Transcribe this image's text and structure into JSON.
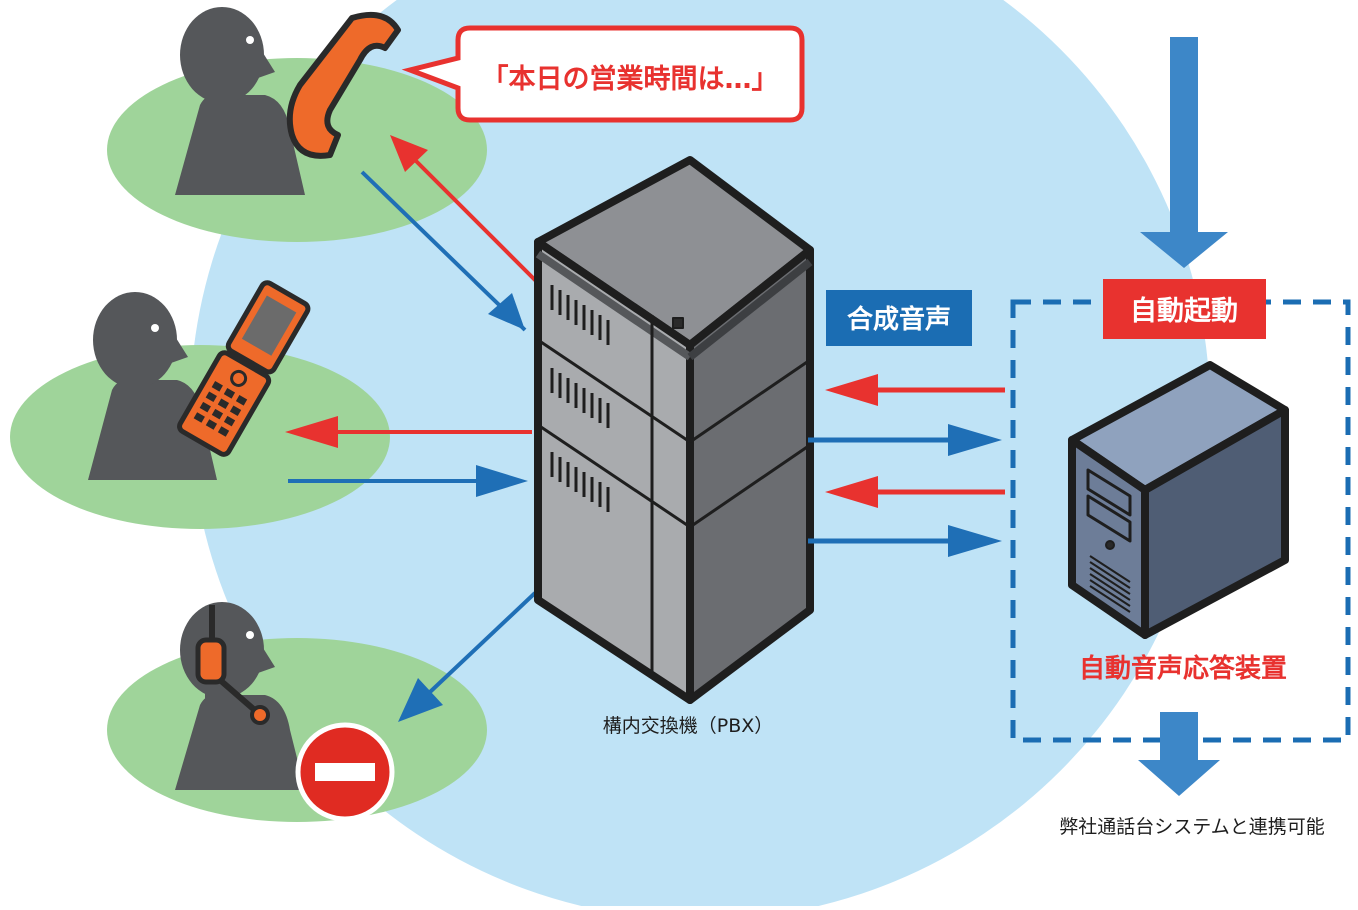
{
  "colors": {
    "background_circle": "#bfe3f6",
    "person_ellipse": "#9fd49a",
    "silhouette": "#55575a",
    "device_orange": "#ee6a2a",
    "arrow_red": "#e8322f",
    "arrow_blue": "#1f6fb6",
    "trigger_arrow_blue": "#3d87c8",
    "label_blue": "#1b6db3",
    "label_red": "#e8322f",
    "no_entry_red": "#e02b22"
  },
  "callout": {
    "text": "「本日の営業時間は…」"
  },
  "labels": {
    "synth_voice": "合成音声",
    "auto_start": "自動起動",
    "ivr_device": "自動音声応答装置",
    "pbx": "構内交換機（PBX）",
    "integration": "弊社通話台システムと連携可能"
  },
  "icons": {
    "caller_landline": "person-with-landline-phone-icon",
    "caller_mobile": "person-with-flip-phone-icon",
    "operator": "person-with-headset-icon",
    "unavailable": "no-entry-icon",
    "pbx": "pbx-rack-icon",
    "ivr_server": "server-tower-icon"
  }
}
